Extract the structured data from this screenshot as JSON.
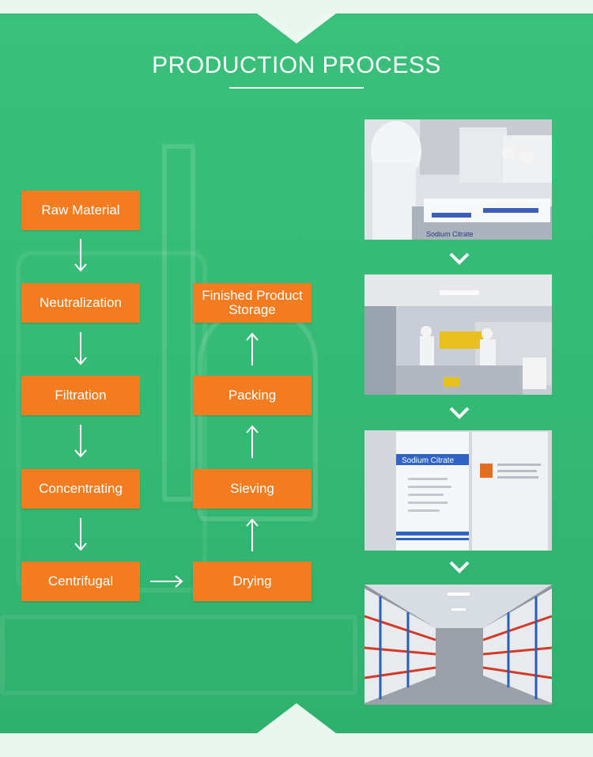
{
  "title": "PRODUCTION PROCESS",
  "steps_left": [
    {
      "label": "Raw Material"
    },
    {
      "label": "Neutralization"
    },
    {
      "label": "Filtration"
    },
    {
      "label": "Concentrating"
    },
    {
      "label": "Centrifugal"
    }
  ],
  "steps_right": [
    {
      "label": "Finished Product Storage"
    },
    {
      "label": "Packing"
    },
    {
      "label": "Sieving"
    },
    {
      "label": "Drying"
    }
  ],
  "photos": [
    {
      "icon": "cleanroom-workers-photo",
      "text": "Sodium Citrate"
    },
    {
      "icon": "packaging-line-photo"
    },
    {
      "icon": "product-bags-photo",
      "text": "Sodium Citrate"
    },
    {
      "icon": "warehouse-racks-photo"
    }
  ],
  "colors": {
    "panel": "#35bb76",
    "step": "#f47c20",
    "text": "#ffffff"
  }
}
